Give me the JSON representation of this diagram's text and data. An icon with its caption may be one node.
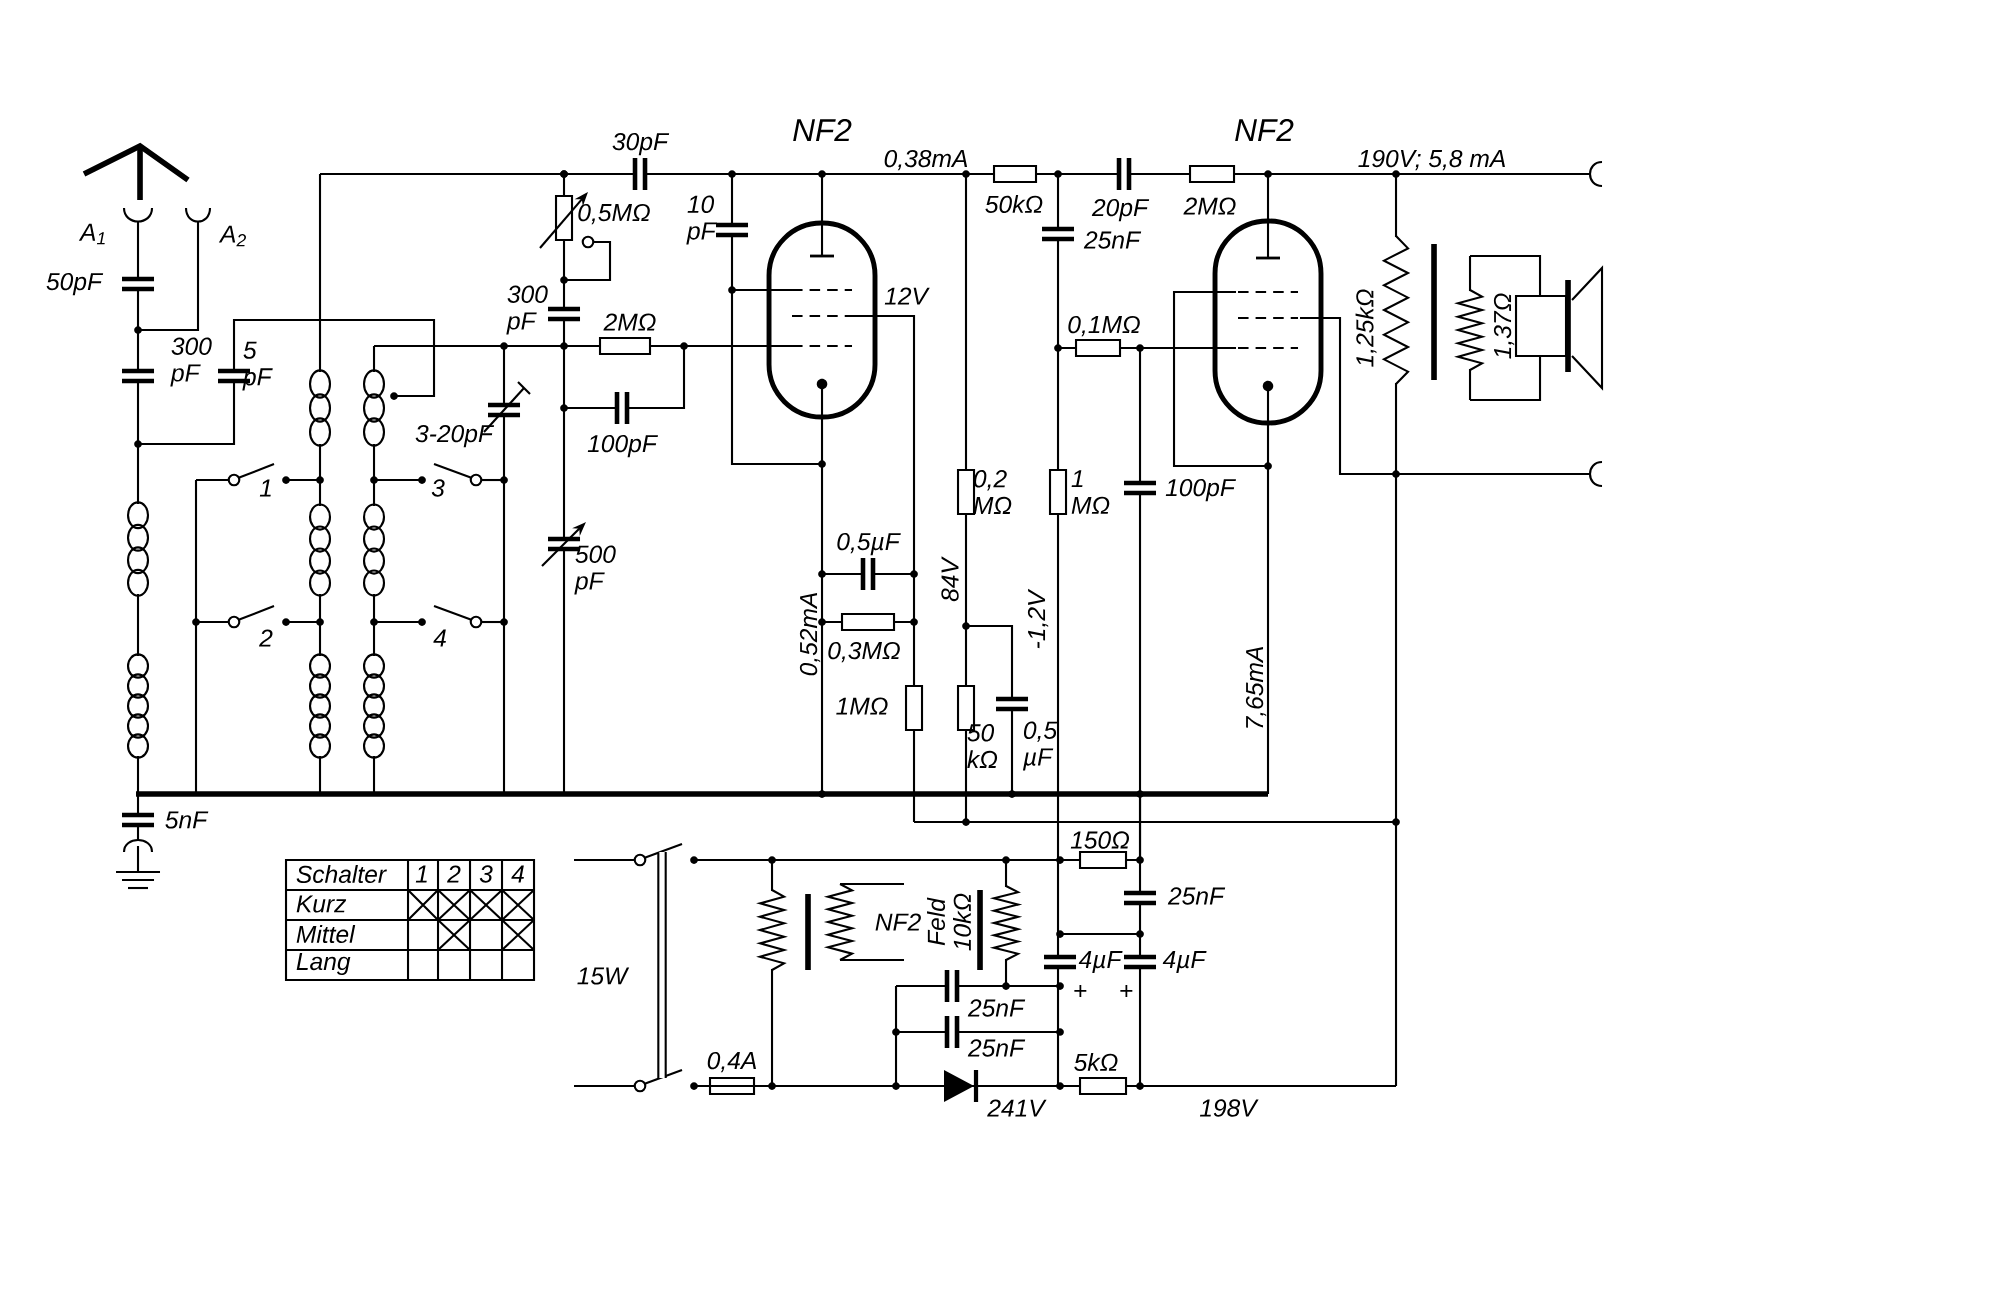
{
  "diagram": {
    "labels": [
      "NF2",
      "NF2",
      "30pF",
      "0,38mA",
      "190V; 5,8 mA",
      "A$_{1}$",
      "A$_{2}$",
      "0,5MΩ",
      "10 pF",
      "50kΩ",
      "20pF",
      "25nF",
      "2MΩ",
      "50pF",
      "300 pF",
      "2MΩ",
      "12V",
      "0,1MΩ",
      "1,25kΩ",
      "1,37Ω",
      "300 pF",
      "5 pF",
      "1",
      "3",
      "3-20pF",
      "100pF",
      "0,2 MΩ",
      "1 MΩ",
      "100pF",
      "500 pF",
      "0,5µF",
      "84V",
      "2",
      "4",
      "-1,2V",
      "0,3MΩ",
      "0,52mA",
      "1MΩ",
      "50 kΩ",
      "0,5 µF",
      "7,65mA",
      "5nF",
      "Schalter",
      "1",
      "2",
      "3",
      "4",
      "Kurz",
      "Mittel",
      "Lang",
      "150Ω",
      "25nF",
      "Feld",
      "10kΩ",
      "NF2",
      "15W",
      "4µF",
      "4µF",
      "+",
      "+",
      "25nF",
      "25nF",
      "0,4A",
      "5kΩ",
      "241V",
      "198V"
    ]
  }
}
